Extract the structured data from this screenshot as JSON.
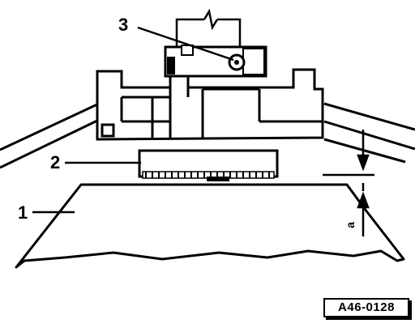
{
  "callouts": {
    "part_1": "1",
    "part_2": "2",
    "part_3": "3"
  },
  "dimension": {
    "label": "a"
  },
  "figure_id": "A46-0128"
}
